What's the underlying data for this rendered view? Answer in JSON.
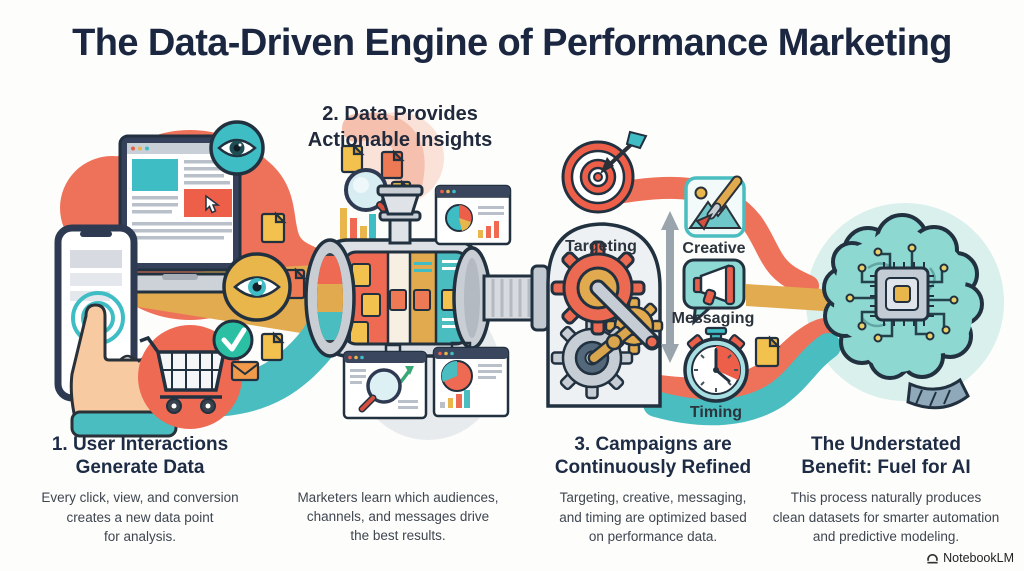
{
  "title": "The Data-Driven Engine of Performance Marketing",
  "stages": {
    "stage1_heading": "1. User Interactions\nGenerate Data",
    "stage1_body": "Every click, view, and conversion\ncreates a new data point\nfor analysis.",
    "stage2_heading": "2. Data Provides\nActionable Insights",
    "stage2_body": "Marketers learn which audiences,\nchannels, and messages drive\nthe best results.",
    "stage3_heading": "3. Campaigns are\nContinuously Refined",
    "stage3_body": "Targeting, creative, messaging,\nand timing are optimized based\non performance data.",
    "stage4_heading": "The Understated\nBenefit: Fuel for AI",
    "stage4_body": "This process naturally produces\nclean datasets for smarter automation\nand predictive modeling."
  },
  "machine_labels": {
    "targeting": "Targeting",
    "creative": "Creative",
    "messaging": "Messaging",
    "timing": "Timing"
  },
  "watermark": "NotebookLM",
  "colors": {
    "accent_red": "#ed6a52",
    "accent_teal": "#3fbdc5",
    "accent_yellow": "#e9b64c",
    "navy": "#1b2740"
  }
}
